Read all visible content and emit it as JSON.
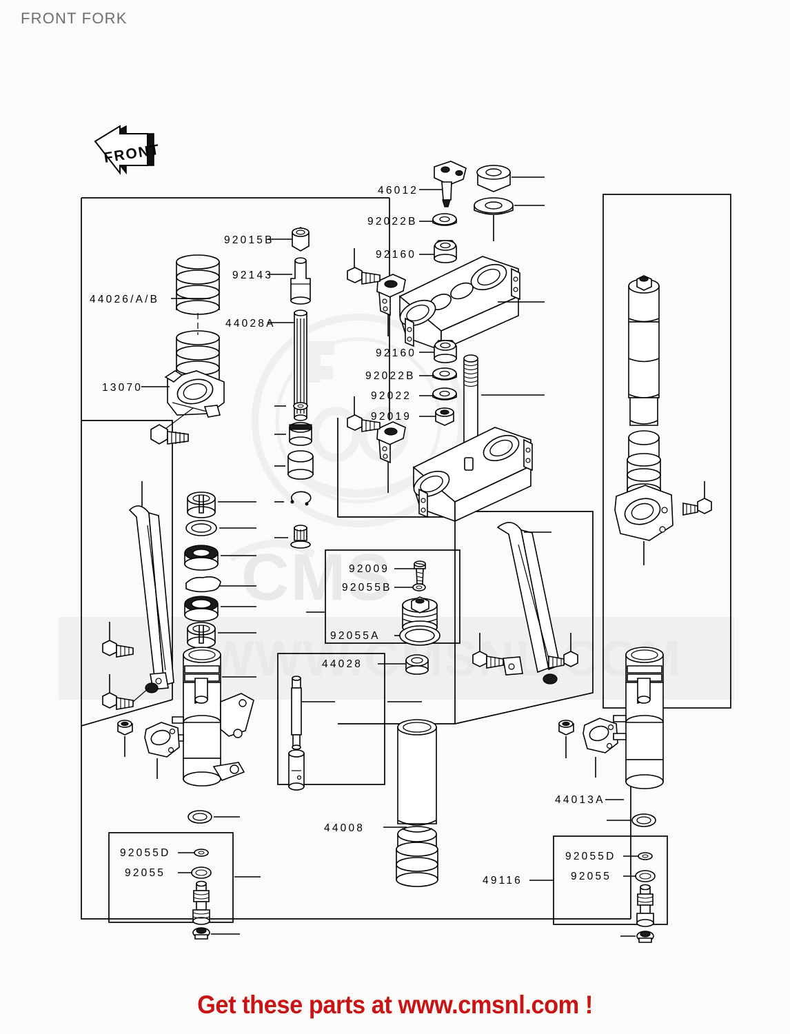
{
  "page": {
    "title": "FRONT FORK",
    "footer": "Get these parts at www.cmsnl.com !",
    "footer_color": "#c81414",
    "title_color": "#6e6e6e",
    "background": "#fbfbf9"
  },
  "watermark": {
    "url_text": "WWW.CMSNL.COM",
    "color": "#ececea"
  },
  "orientation_marker": {
    "label": "FRONT",
    "direction": "left"
  },
  "labels": {
    "spring_assembly": "44026/A/B",
    "top_nut": "92015B",
    "spring_seat": "92143",
    "damper_rod": "44028A",
    "holder_clamp": "13070",
    "top_clamp_bolt": "46012",
    "washer_upper": "92022B",
    "dust_cap_upper": "92160",
    "dust_cap_lower": "92160",
    "washer_lower_b": "92022B",
    "washer_lower": "92022",
    "stem_nut": "92019",
    "screw": "92009",
    "oring_small": "92055B",
    "oring_large": "92055A",
    "piston_ring": "44028",
    "outer_tube": "44008",
    "inner_tube": "44013A",
    "valve_assembly": "49116",
    "oring_d_left": "92055D",
    "oring_left": "92055",
    "oring_d_right": "92055D",
    "oring_right": "92055"
  },
  "part_numbers": [
    "92015B",
    "92143",
    "44026/A/B",
    "44028A",
    "13070",
    "46012",
    "92022B",
    "92160",
    "92022",
    "92019",
    "92009",
    "92055B",
    "92055A",
    "44028",
    "44008",
    "44013A",
    "49116",
    "92055D",
    "92055"
  ]
}
